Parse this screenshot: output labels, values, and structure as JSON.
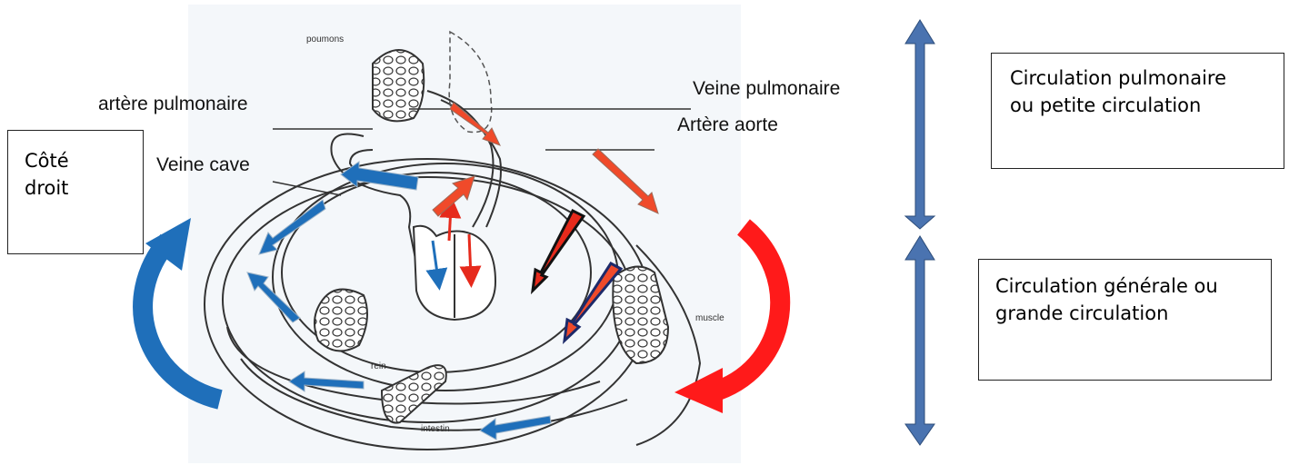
{
  "labels": {
    "artere_pulmonaire": "artère pulmonaire",
    "veine_cave": "Veine cave",
    "veine_pulmonaire": "Veine pulmonaire",
    "artere_aorte": "Artère aorte",
    "poumons": "poumons",
    "rein": "rein",
    "intestin": "intestin",
    "muscle": "muscle"
  },
  "boxes": {
    "cote_droit": {
      "line1": "Côté",
      "line2": "droit"
    },
    "pulmonaire": {
      "line1": "Circulation pulmonaire",
      "line2": "ou petite circulation"
    },
    "generale": {
      "line1": "Circulation générale ou",
      "line2": "grande circulation"
    }
  },
  "colors": {
    "blue_blood": "#1f6fba",
    "red_blood": "#e62a1c",
    "bright_red": "#ff1a1a",
    "red_arrow_fill": "#f04a2a",
    "double_arrow": "#4a73b0",
    "line": "#333333"
  }
}
